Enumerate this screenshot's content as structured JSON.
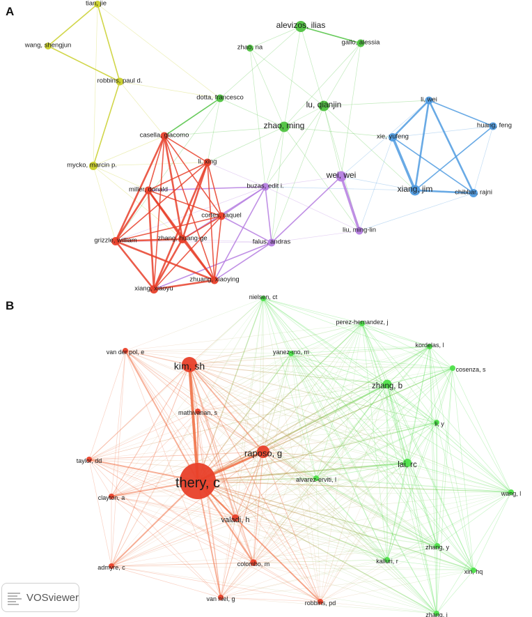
{
  "panels": [
    {
      "label": "A",
      "nodes": [
        {
          "id": "tian",
          "label": "tian, jie",
          "cluster": "yellow",
          "weight": 1.0
        },
        {
          "id": "wang_s",
          "label": "wang, shengjun",
          "cluster": "yellow",
          "weight": 1.0
        },
        {
          "id": "robbins_p",
          "label": "robbins, paul d.",
          "cluster": "yellow",
          "weight": 1.1
        },
        {
          "id": "mycko",
          "label": "mycko, marcin p.",
          "cluster": "yellow",
          "weight": 1.2
        },
        {
          "id": "alevizos",
          "label": "alevizos, ilias",
          "cluster": "green",
          "weight": 1.6
        },
        {
          "id": "zhao_na",
          "label": "zhao, na",
          "cluster": "green",
          "weight": 1.0
        },
        {
          "id": "gallo",
          "label": "gallo, alessia",
          "cluster": "green",
          "weight": 1.1
        },
        {
          "id": "dotta",
          "label": "dotta, francesco",
          "cluster": "green",
          "weight": 1.1
        },
        {
          "id": "lu_q",
          "label": "lu, qianjin",
          "cluster": "green",
          "weight": 1.5
        },
        {
          "id": "zhao_m",
          "label": "zhao, ming",
          "cluster": "green",
          "weight": 1.5
        },
        {
          "id": "li_wei",
          "label": "li, wei",
          "cluster": "blue",
          "weight": 1.1
        },
        {
          "id": "huang_f",
          "label": "huang, feng",
          "cluster": "blue",
          "weight": 1.1
        },
        {
          "id": "xie_y",
          "label": "xie, yufeng",
          "cluster": "blue",
          "weight": 1.2
        },
        {
          "id": "xiang_j",
          "label": "xiang, jim",
          "cluster": "blue",
          "weight": 1.5
        },
        {
          "id": "chibbar",
          "label": "chibbar, rajni",
          "cluster": "blue",
          "weight": 1.2
        },
        {
          "id": "wei_wei",
          "label": "wei, wei",
          "cluster": "purple",
          "weight": 1.5
        },
        {
          "id": "buzas",
          "label": "buzas, edit i.",
          "cluster": "purple",
          "weight": 1.1
        },
        {
          "id": "liu_ml",
          "label": "liu, ming-lin",
          "cluster": "purple",
          "weight": 1.1
        },
        {
          "id": "falus",
          "label": "falus, andras",
          "cluster": "purple",
          "weight": 1.1
        },
        {
          "id": "casella",
          "label": "casella, giacomo",
          "cluster": "red",
          "weight": 1.1
        },
        {
          "id": "li_xing",
          "label": "li, xing",
          "cluster": "red",
          "weight": 1.1
        },
        {
          "id": "miller",
          "label": "miller, donald",
          "cluster": "red",
          "weight": 1.1
        },
        {
          "id": "cortes",
          "label": "cortes, raquel",
          "cluster": "red",
          "weight": 1.1
        },
        {
          "id": "grizzle",
          "label": "grizzle, william",
          "cluster": "red",
          "weight": 1.2
        },
        {
          "id": "zhang_hg",
          "label": "zhang, huang-ge",
          "cluster": "red",
          "weight": 1.2
        },
        {
          "id": "zhuang",
          "label": "zhuang, xiaoying",
          "cluster": "red",
          "weight": 1.1
        },
        {
          "id": "xiang_x",
          "label": "xiang, xiaoyu",
          "cluster": "red",
          "weight": 1.2
        }
      ],
      "links": [
        [
          "tian",
          "wang_s",
          2
        ],
        [
          "tian",
          "robbins_p",
          2
        ],
        [
          "wang_s",
          "robbins_p",
          2
        ],
        [
          "robbins_p",
          "mycko",
          2
        ],
        [
          "tian",
          "mycko",
          1
        ],
        [
          "robbins_p",
          "dotta",
          1
        ],
        [
          "robbins_p",
          "casella",
          1
        ],
        [
          "mycko",
          "casella",
          1
        ],
        [
          "mycko",
          "li_xing",
          1
        ],
        [
          "mycko",
          "miller",
          1
        ],
        [
          "mycko",
          "grizzle",
          1
        ],
        [
          "mycko",
          "zhang_hg",
          1
        ],
        [
          "tian",
          "dotta",
          1
        ],
        [
          "alevizos",
          "gallo",
          2
        ],
        [
          "alevizos",
          "zhao_na",
          1
        ],
        [
          "alevizos",
          "lu_q",
          1
        ],
        [
          "alevizos",
          "zhao_m",
          1
        ],
        [
          "alevizos",
          "dotta",
          1
        ],
        [
          "gallo",
          "lu_q",
          1
        ],
        [
          "gallo",
          "zhao_m",
          1
        ],
        [
          "zhao_na",
          "lu_q",
          1
        ],
        [
          "zhao_na",
          "zhao_m",
          1
        ],
        [
          "zhao_na",
          "buzas",
          1
        ],
        [
          "dotta",
          "zhao_m",
          1
        ],
        [
          "dotta",
          "casella",
          2
        ],
        [
          "dotta",
          "li_xing",
          1
        ],
        [
          "dotta",
          "grizzle",
          1
        ],
        [
          "lu_q",
          "zhao_m",
          1
        ],
        [
          "lu_q",
          "wei_wei",
          1
        ],
        [
          "lu_q",
          "xiang_j",
          1
        ],
        [
          "lu_q",
          "li_wei",
          1
        ],
        [
          "lu_q",
          "liu_ml",
          1
        ],
        [
          "lu_q",
          "buzas",
          1
        ],
        [
          "zhao_m",
          "buzas",
          1
        ],
        [
          "zhao_m",
          "falus",
          1
        ],
        [
          "zhao_m",
          "li_xing",
          1
        ],
        [
          "zhao_m",
          "casella",
          1
        ],
        [
          "zhao_m",
          "liu_ml",
          1
        ],
        [
          "zhao_m",
          "xie_y",
          1
        ],
        [
          "gallo",
          "wei_wei",
          1
        ],
        [
          "lu_q",
          "falus",
          1
        ],
        [
          "li_wei",
          "xie_y",
          3
        ],
        [
          "li_wei",
          "xiang_j",
          3
        ],
        [
          "li_wei",
          "huang_f",
          2
        ],
        [
          "li_wei",
          "chibbar",
          3
        ],
        [
          "xie_y",
          "xiang_j",
          4
        ],
        [
          "xie_y",
          "huang_f",
          1
        ],
        [
          "xie_y",
          "chibbar",
          2
        ],
        [
          "xiang_j",
          "chibbar",
          3
        ],
        [
          "xiang_j",
          "huang_f",
          2
        ],
        [
          "huang_f",
          "chibbar",
          1
        ],
        [
          "xiang_j",
          "wei_wei",
          1
        ],
        [
          "xie_y",
          "liu_ml",
          1
        ],
        [
          "li_wei",
          "wei_wei",
          1
        ],
        [
          "chibbar",
          "liu_ml",
          1
        ],
        [
          "xiang_j",
          "buzas",
          1
        ],
        [
          "wei_wei",
          "liu_ml",
          4
        ],
        [
          "wei_wei",
          "buzas",
          1
        ],
        [
          "wei_wei",
          "falus",
          2
        ],
        [
          "buzas",
          "falus",
          2
        ],
        [
          "buzas",
          "liu_ml",
          1
        ],
        [
          "falus",
          "liu_ml",
          1
        ],
        [
          "buzas",
          "miller",
          2
        ],
        [
          "buzas",
          "zhang_hg",
          2
        ],
        [
          "buzas",
          "grizzle",
          1
        ],
        [
          "buzas",
          "zhuang",
          2
        ],
        [
          "buzas",
          "cortes",
          2
        ],
        [
          "falus",
          "grizzle",
          1
        ],
        [
          "falus",
          "zhang_hg",
          1
        ],
        [
          "falus",
          "xiang_x",
          2
        ],
        [
          "falus",
          "zhuang",
          2
        ],
        [
          "falus",
          "cortes",
          2
        ],
        [
          "buzas",
          "li_xing",
          1
        ],
        [
          "casella",
          "li_xing",
          2
        ],
        [
          "casella",
          "miller",
          2
        ],
        [
          "casella",
          "grizzle",
          3
        ],
        [
          "casella",
          "zhang_hg",
          3
        ],
        [
          "casella",
          "zhuang",
          2
        ],
        [
          "casella",
          "xiang_x",
          2
        ],
        [
          "casella",
          "cortes",
          2
        ],
        [
          "li_xing",
          "miller",
          2
        ],
        [
          "li_xing",
          "grizzle",
          2
        ],
        [
          "li_xing",
          "zhang_hg",
          3
        ],
        [
          "li_xing",
          "zhuang",
          2
        ],
        [
          "li_xing",
          "xiang_x",
          3
        ],
        [
          "li_xing",
          "cortes",
          2
        ],
        [
          "miller",
          "grizzle",
          3
        ],
        [
          "miller",
          "zhang_hg",
          3
        ],
        [
          "miller",
          "zhuang",
          3
        ],
        [
          "miller",
          "xiang_x",
          3
        ],
        [
          "miller",
          "cortes",
          2
        ],
        [
          "grizzle",
          "zhang_hg",
          3
        ],
        [
          "grizzle",
          "zhuang",
          3
        ],
        [
          "grizzle",
          "xiang_x",
          3
        ],
        [
          "grizzle",
          "cortes",
          2
        ],
        [
          "zhang_hg",
          "zhuang",
          3
        ],
        [
          "zhang_hg",
          "xiang_x",
          3
        ],
        [
          "zhang_hg",
          "cortes",
          2
        ],
        [
          "zhuang",
          "xiang_x",
          3
        ],
        [
          "zhuang",
          "cortes",
          2
        ],
        [
          "xiang_x",
          "cortes",
          2
        ]
      ]
    },
    {
      "label": "B",
      "nodes": [
        {
          "id": "nielsen",
          "label": "nielsen, ct",
          "cluster": "green",
          "weight": 1.0
        },
        {
          "id": "perez",
          "label": "perez-hernandez, j",
          "cluster": "green",
          "weight": 1.0
        },
        {
          "id": "kordelas",
          "label": "kordelas, l",
          "cluster": "green",
          "weight": 1.0
        },
        {
          "id": "cosenza",
          "label": "cosenza, s",
          "cluster": "green",
          "weight": 1.0
        },
        {
          "id": "yanez",
          "label": "yanez-mo, m",
          "cluster": "green",
          "weight": 1.0
        },
        {
          "id": "zhang_b",
          "label": "zhang, b",
          "cluster": "green",
          "weight": 1.6
        },
        {
          "id": "li_y",
          "label": "li, y",
          "cluster": "green",
          "weight": 1.0
        },
        {
          "id": "lai",
          "label": "lai, rc",
          "cluster": "green",
          "weight": 1.5
        },
        {
          "id": "alvarez",
          "label": "alvarez-erviti, l",
          "cluster": "green",
          "weight": 1.0
        },
        {
          "id": "wang_l",
          "label": "wang, l",
          "cluster": "green",
          "weight": 1.0
        },
        {
          "id": "zhang_y",
          "label": "zhang, y",
          "cluster": "green",
          "weight": 1.0
        },
        {
          "id": "kalluri",
          "label": "kalluri, r",
          "cluster": "green",
          "weight": 1.0
        },
        {
          "id": "xin",
          "label": "xin, hq",
          "cluster": "green",
          "weight": 1.0
        },
        {
          "id": "zhang_j",
          "label": "zhang, j",
          "cluster": "green",
          "weight": 1.0
        },
        {
          "id": "vanderpol",
          "label": "van der pol, e",
          "cluster": "red",
          "weight": 1.0
        },
        {
          "id": "kim",
          "label": "kim, sh",
          "cluster": "red",
          "weight": 2.2
        },
        {
          "id": "mathivanan",
          "label": "mathivanan, s",
          "cluster": "red",
          "weight": 1.0
        },
        {
          "id": "raposo",
          "label": "raposo, g",
          "cluster": "red",
          "weight": 1.9
        },
        {
          "id": "taylor",
          "label": "taylor, dd",
          "cluster": "red",
          "weight": 1.0
        },
        {
          "id": "thery",
          "label": "thery, c",
          "cluster": "red",
          "weight": 4.6
        },
        {
          "id": "clayton",
          "label": "clayton, a",
          "cluster": "red",
          "weight": 1.0
        },
        {
          "id": "valadi",
          "label": "valadi, h",
          "cluster": "red",
          "weight": 1.3
        },
        {
          "id": "colombo",
          "label": "colombo, m",
          "cluster": "red",
          "weight": 1.2
        },
        {
          "id": "admyre",
          "label": "admyre, c",
          "cluster": "red",
          "weight": 1.0
        },
        {
          "id": "vanniel",
          "label": "van niel, g",
          "cluster": "red",
          "weight": 1.0
        },
        {
          "id": "robbins_pd",
          "label": "robbins, pd",
          "cluster": "red",
          "weight": 1.0
        }
      ],
      "links": "all-pairs"
    }
  ],
  "colors": {
    "red": "#e8402a",
    "orange": "#ef6a3d",
    "yellow": "#c9cf2a",
    "green": "#4ec23f",
    "lightgreen": "#4ee04a",
    "blue": "#4f9be0",
    "purple": "#b57de0"
  },
  "watermark": {
    "text": "VOSviewer"
  }
}
